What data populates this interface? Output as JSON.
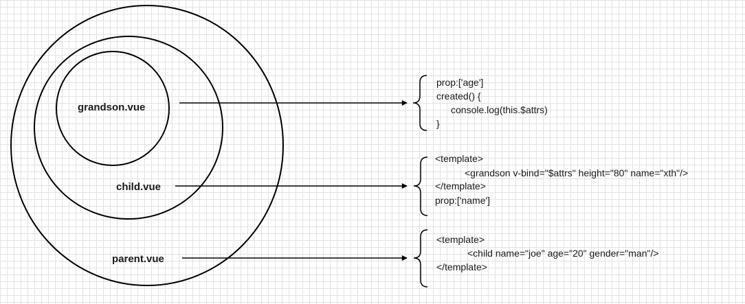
{
  "components": {
    "grandson": {
      "label": "grandson.vue",
      "code": [
        "prop:['age']",
        "created() {",
        "console.log(this.$attrs)",
        "}"
      ]
    },
    "child": {
      "label": "child.vue",
      "code": [
        "<template>",
        "<grandson v-bind=\"$attrs\" height=\"80\" name=\"xth\"/>",
        "</template>",
        "prop:['name']"
      ]
    },
    "parent": {
      "label": "parent.vue",
      "code": [
        "<template>",
        "<child name=\"joe\" age=\"20\" gender=\"man\"/>",
        "</template>"
      ]
    }
  }
}
